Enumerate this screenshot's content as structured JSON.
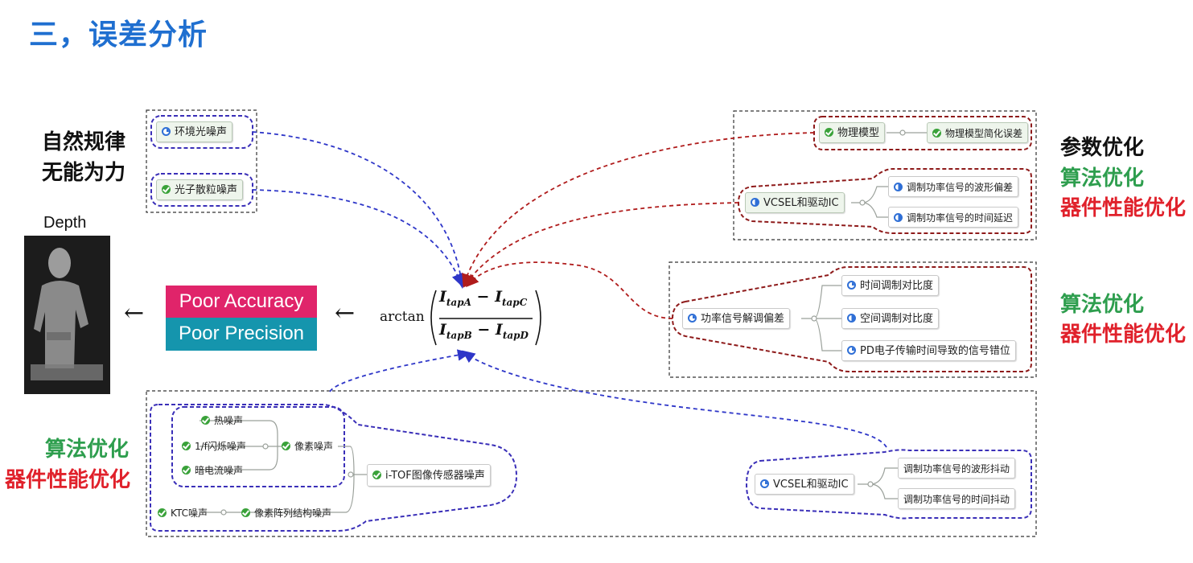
{
  "title": "三，误差分析",
  "left_labels": {
    "nature_line1": "自然规律",
    "nature_line2": "无能为力",
    "depth": "Depth",
    "algo": "算法优化",
    "device": "器件性能优化"
  },
  "right_labels": {
    "param": "参数优化",
    "algo1": "算法优化",
    "device1": "器件性能优化",
    "algo2": "算法优化",
    "device2": "器件性能优化"
  },
  "result_boxes": {
    "accuracy": "Poor Accuracy",
    "precision": "Poor Precision",
    "accuracy_color": "#e0246a",
    "precision_color": "#1595ad"
  },
  "formula": {
    "fn": "arctan",
    "num_a": "I",
    "num_a_sub": "tapA",
    "num_c": "I",
    "num_c_sub": "tapC",
    "den_b": "I",
    "den_b_sub": "tapB",
    "den_d": "I",
    "den_d_sub": "tapD",
    "minus": "−"
  },
  "arrows": {
    "left": "←"
  },
  "nodes": {
    "ambient": "环境光噪声",
    "shot": "光子散粒噪声",
    "physical_model": "物理模型",
    "physical_model_err": "物理模型简化误差",
    "vcsel_top": "VCSEL和驱动IC",
    "waveform_dev": "调制功率信号的波形偏差",
    "time_delay": "调制功率信号的时间延迟",
    "demod_dev": "功率信号解调偏差",
    "time_contrast": "时间调制对比度",
    "space_contrast": "空间调制对比度",
    "pd_transfer": "PD电子传输时间导致的信号错位",
    "thermal": "热噪声",
    "flicker": "1/f闪烁噪声",
    "dark": "暗电流噪声",
    "pixel_noise": "像素噪声",
    "sensor_noise": "i-TOF图像传感器噪声",
    "ktc": "KTC噪声",
    "fpn": "像素阵列结构噪声",
    "vcsel_bottom": "VCSEL和驱动IC",
    "waveform_jitter": "调制功率信号的波形抖动",
    "time_jitter": "调制功率信号的时间抖动"
  },
  "colors": {
    "title_blue": "#1f6fd0",
    "green": "#2e9e4e",
    "red": "#e0212b",
    "blue_dash": "#2e36c8",
    "red_dash": "#b01c1c"
  }
}
